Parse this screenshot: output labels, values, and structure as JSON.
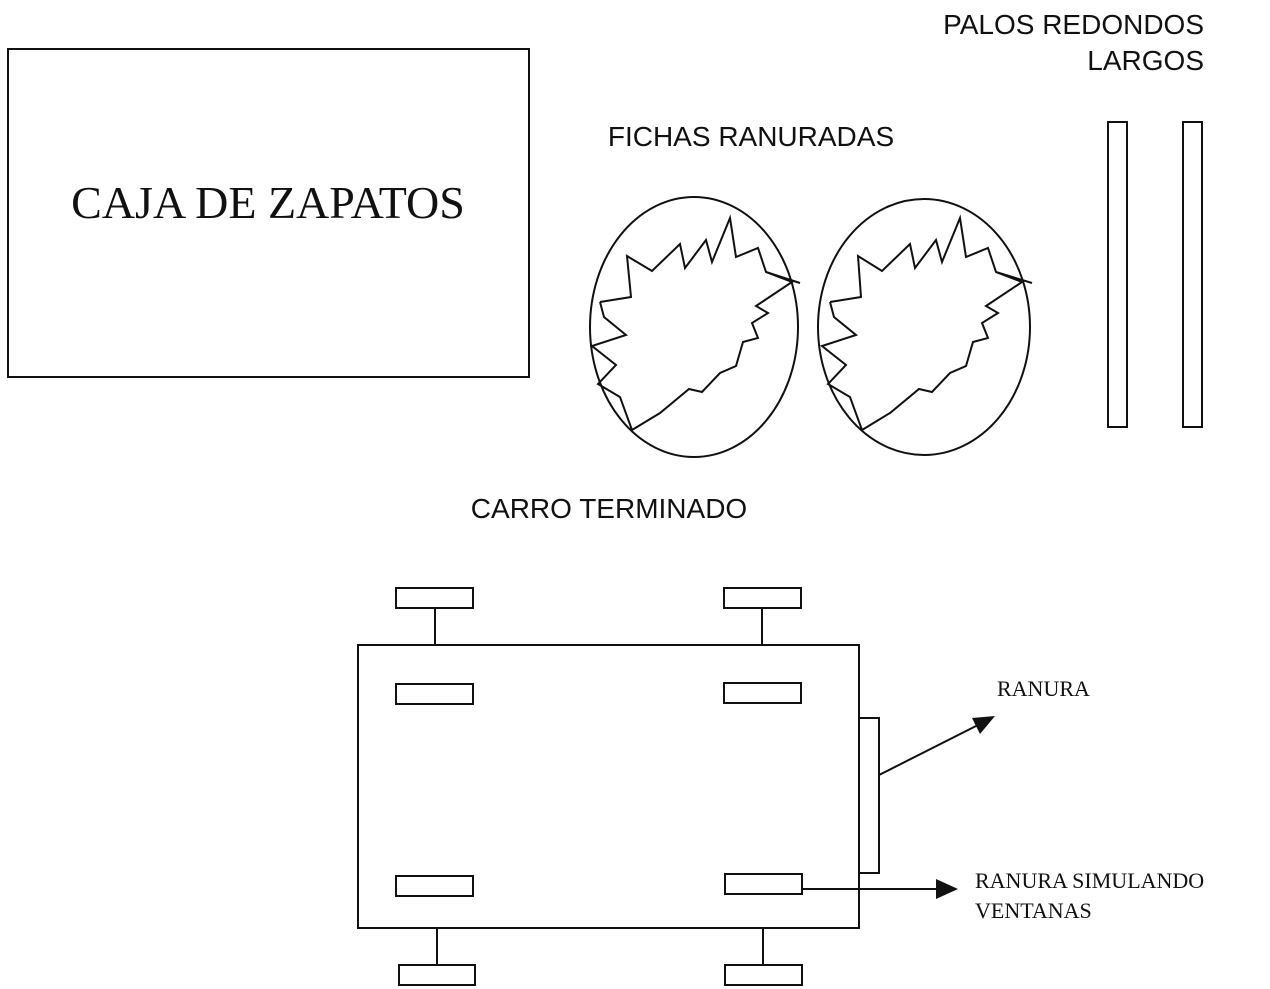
{
  "labels": {
    "shoebox": "CAJA DE ZAPATOS",
    "tokens": "FICHAS RANURADAS",
    "sticks_line1": "PALOS REDONDOS",
    "sticks_line2": "LARGOS",
    "car": "CARRO TERMINADO",
    "slot": "RANURA",
    "slot_windows_line1": "RANURA SIMULANDO",
    "slot_windows_line2": "VENTANAS"
  },
  "colors": {
    "ink": "#111111",
    "background": "#ffffff"
  }
}
